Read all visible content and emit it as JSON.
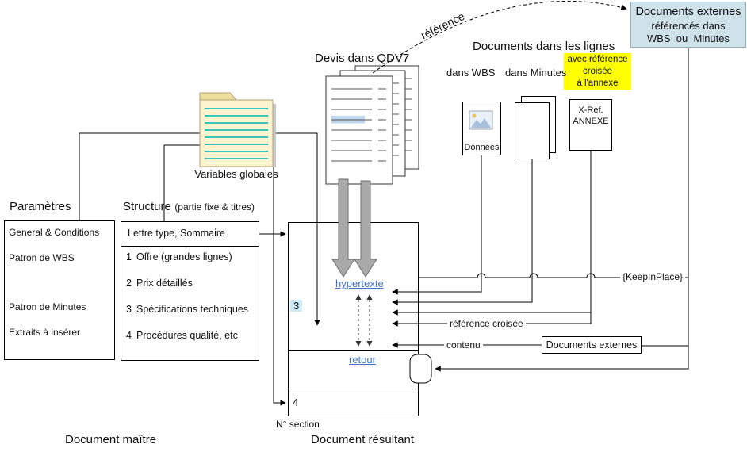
{
  "external_docs_box": {
    "line1": "Documents externes",
    "line2": "référencés dans",
    "line3": "WBS  ou  Minutes"
  },
  "headings": {
    "devis": "Devis dans QDV7",
    "docs_lignes": "Documents dans les lignes",
    "dans_wbs": "dans WBS",
    "dans_minutes": "dans Minutes",
    "parametres": "Paramètres",
    "structure": "Structure",
    "structure_sub": "(partie fixe & titres)",
    "document_maitre": "Document maître",
    "document_resultant": "Document résultant",
    "n_section": "N° section"
  },
  "yellow_note": [
    "avec référence",
    "croisée",
    "à l'annexe"
  ],
  "arrow_labels": {
    "reference": "référence",
    "keep_in_place": "{KeepInPlace}",
    "reference_croisee": "référence croisée",
    "contenu": "contenu"
  },
  "folder_label": "Variables globales",
  "donnees_label": "Données",
  "xref_box": [
    "X-Ref.",
    "ANNEXE"
  ],
  "documents_externes_small_box": "Documents externes",
  "parametres_items": [
    "General & Conditions",
    "Patron de WBS",
    "Patron de Minutes",
    "Extraits à insérer"
  ],
  "structure_box": {
    "header": "Lettre type, Sommaire",
    "items": [
      {
        "num": "1",
        "label": "Offre (grandes lignes)"
      },
      {
        "num": "2",
        "label": "Prix détaillés"
      },
      {
        "num": "3",
        "label": "Spécifications techniques"
      },
      {
        "num": "4",
        "label": "Procédures qualité, etc"
      }
    ]
  },
  "resultant_box": {
    "section_3": "3",
    "section_4": "4",
    "hypertexte": "hypertexte",
    "retour": "retour"
  },
  "colors": {
    "link_blue": "#4472C4",
    "note_yellow": "#FFFF00",
    "external_box_blue": "#CFE2EA",
    "section_highlight": "#CDEAF7",
    "folder_body": "#FBF4CF",
    "folder_lines": "#00B3B3",
    "gray_arrow": "#A9A9A9"
  }
}
